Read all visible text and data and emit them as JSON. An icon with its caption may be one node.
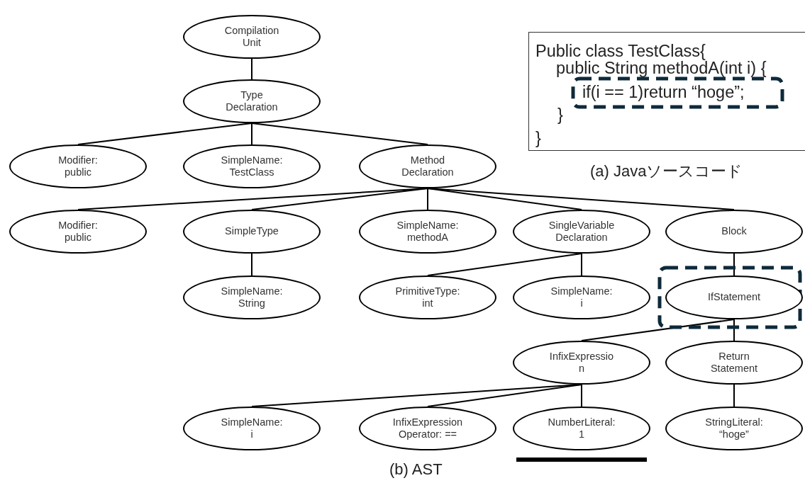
{
  "diagram": {
    "nodes": [
      {
        "text": [
          "Compilation Unit"
        ]
      },
      {
        "text": [
          "Type Declaration"
        ]
      },
      {
        "text": [
          "Modifier: public"
        ]
      },
      {
        "text": [
          "SimpleName: TestClass"
        ]
      },
      {
        "text": [
          "Method Declaration"
        ]
      },
      {
        "text": [
          "Modifier: public"
        ]
      },
      {
        "text": [
          "SimpleType"
        ]
      },
      {
        "text": [
          "SimpleName: methodA"
        ]
      },
      {
        "text": [
          "SingleVariable Declaration"
        ]
      },
      {
        "text": [
          "Block"
        ]
      },
      {
        "text": [
          "SimpleName: String"
        ]
      },
      {
        "text": [
          "PrimitiveType: int"
        ]
      },
      {
        "text": [
          "SimpleName: i"
        ]
      },
      {
        "text": [
          "IfStatement"
        ]
      },
      {
        "text": [
          "InfixExpressio n"
        ]
      },
      {
        "text": [
          "Return Statement"
        ]
      },
      {
        "text": [
          "SimpleName: i"
        ]
      },
      {
        "text": [
          "InfixExpression Operator: =="
        ]
      },
      {
        "text": [
          "NumberLiteral: 1"
        ]
      },
      {
        "text": [
          "StringLiteral: “hoge”"
        ]
      },
      {
        "text": [
          "Public class TestClass{",
          "public String methodA(int i) {",
          "if(i == 1)return “hoge”;",
          "}",
          "}"
        ]
      }
    ],
    "edges": [
      {
        "from": 0,
        "to": 1,
        "arrow": "none"
      },
      {
        "from": 1,
        "to": 2,
        "arrow": "none"
      },
      {
        "from": 1,
        "to": 3,
        "arrow": "none"
      },
      {
        "from": 1,
        "to": 4,
        "arrow": "none"
      },
      {
        "from": 4,
        "to": 5,
        "arrow": "none"
      },
      {
        "from": 4,
        "to": 6,
        "arrow": "none"
      },
      {
        "from": 4,
        "to": 7,
        "arrow": "none"
      },
      {
        "from": 4,
        "to": 8,
        "arrow": "none"
      },
      {
        "from": 4,
        "to": 9,
        "arrow": "none"
      },
      {
        "from": 6,
        "to": 10,
        "arrow": "none"
      },
      {
        "from": 8,
        "to": 11,
        "arrow": "none"
      },
      {
        "from": 8,
        "to": 12,
        "arrow": "none"
      },
      {
        "from": 9,
        "to": 13,
        "arrow": "none"
      },
      {
        "from": 13,
        "to": 14,
        "arrow": "none"
      },
      {
        "from": 13,
        "to": 15,
        "arrow": "none"
      },
      {
        "from": 14,
        "to": 16,
        "arrow": "none"
      },
      {
        "from": 14,
        "to": 17,
        "arrow": "none"
      },
      {
        "from": 14,
        "to": 18,
        "arrow": "none"
      },
      {
        "from": 15,
        "to": 19,
        "arrow": "none"
      }
    ],
    "labels": [
      "(a) Javaソースコード",
      "(b) AST"
    ]
  }
}
